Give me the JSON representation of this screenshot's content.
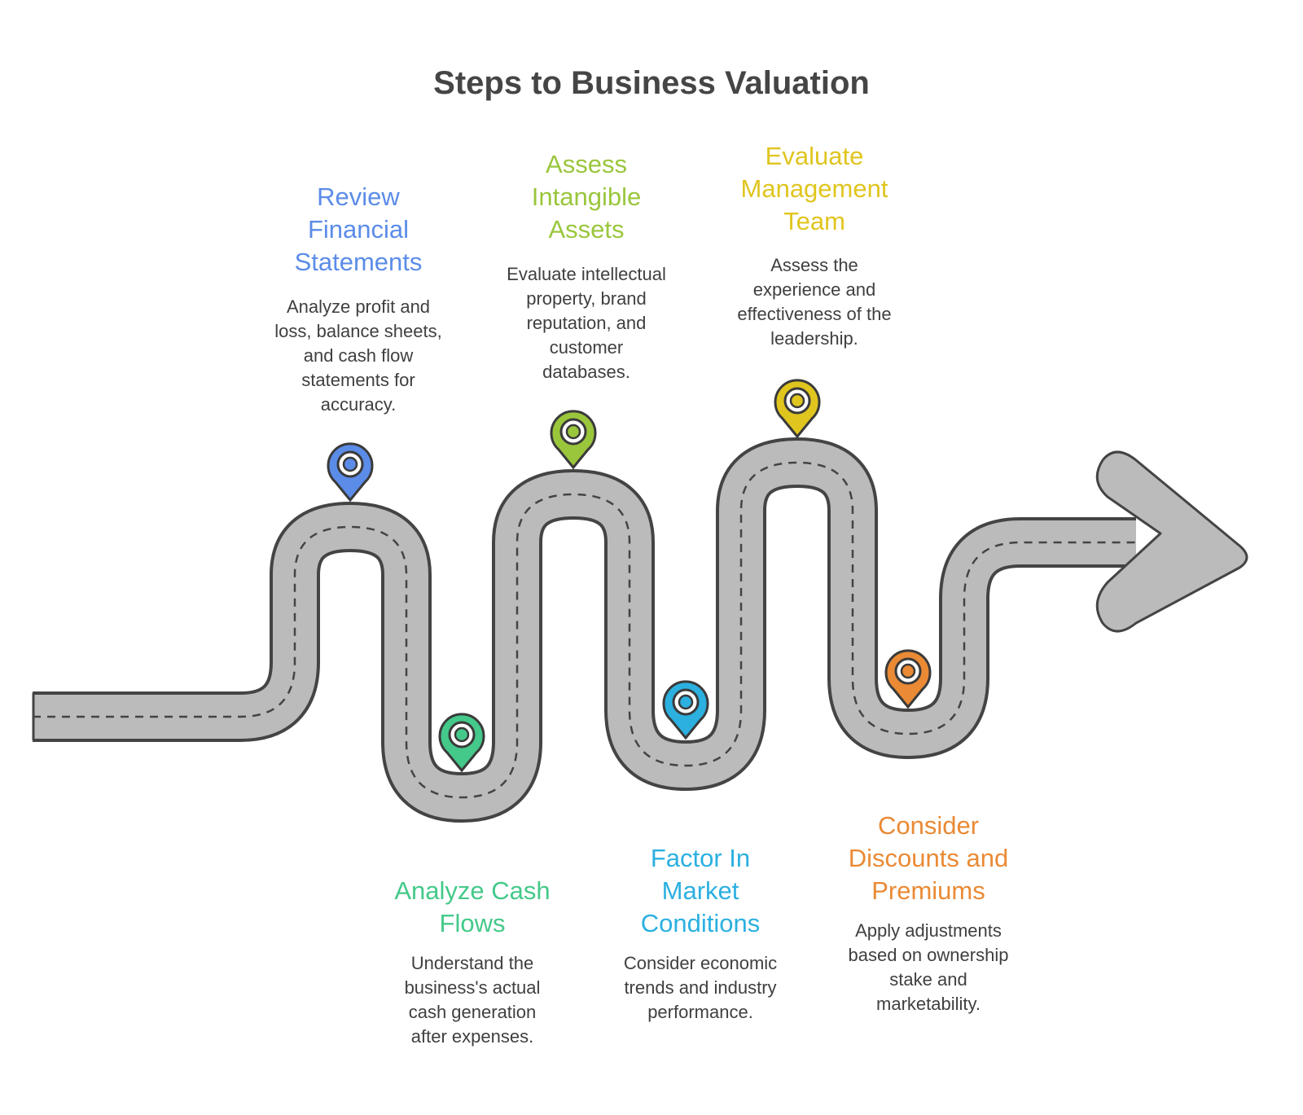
{
  "title": "Steps to Business Valuation",
  "steps": [
    {
      "id": "review",
      "title_lines": [
        "Review",
        "Financial",
        "Statements"
      ],
      "desc_lines": [
        "Analyze profit and",
        "loss, balance sheets,",
        "and cash flow",
        "statements for",
        "accuracy."
      ],
      "color": "#5b8ce8"
    },
    {
      "id": "cash",
      "title_lines": [
        "Analyze Cash",
        "Flows"
      ],
      "desc_lines": [
        "Understand the",
        "business's actual",
        "cash generation",
        "after expenses."
      ],
      "color": "#44c98a"
    },
    {
      "id": "intangible",
      "title_lines": [
        "Assess",
        "Intangible",
        "Assets"
      ],
      "desc_lines": [
        "Evaluate intellectual",
        "property, brand",
        "reputation, and",
        "customer",
        "databases."
      ],
      "color": "#9ac63c"
    },
    {
      "id": "market",
      "title_lines": [
        "Factor In",
        "Market",
        "Conditions"
      ],
      "desc_lines": [
        "Consider economic",
        "trends and industry",
        "performance."
      ],
      "color": "#2bb0e0"
    },
    {
      "id": "management",
      "title_lines": [
        "Evaluate",
        "Management",
        "Team"
      ],
      "desc_lines": [
        "Assess the",
        "experience and",
        "effectiveness of the",
        "leadership."
      ],
      "color": "#e0c51f"
    },
    {
      "id": "discounts",
      "title_lines": [
        "Consider",
        "Discounts and",
        "Premiums"
      ],
      "desc_lines": [
        "Apply adjustments",
        "based on ownership",
        "stake and",
        "marketability."
      ],
      "color": "#ea8a35"
    }
  ],
  "pin_icon": "map-pin-icon",
  "arrow_icon": "arrow-right-icon"
}
